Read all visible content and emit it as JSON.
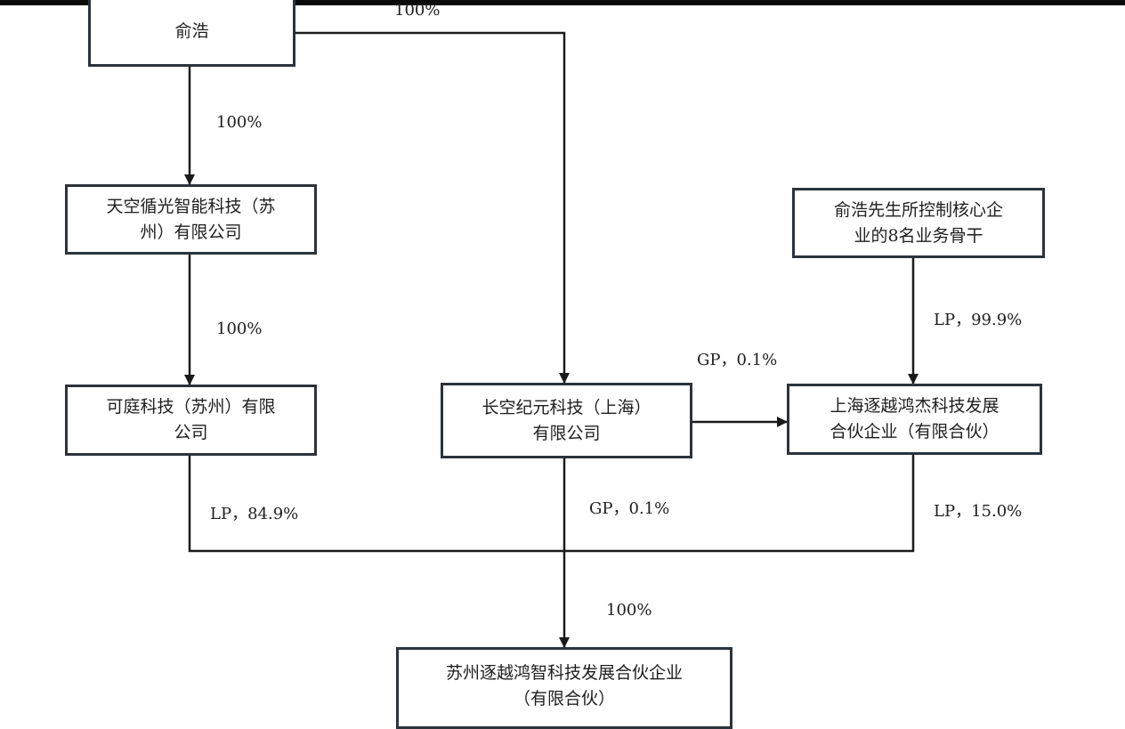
{
  "nodes": {
    "yu_hao": {
      "lines": [
        "俞浩"
      ]
    },
    "tiankong": {
      "lines": [
        "天空循光智能科技（苏",
        "州）有限公司"
      ]
    },
    "keting": {
      "lines": [
        "可庭科技（苏州）有限",
        "公司"
      ]
    },
    "changkong": {
      "lines": [
        "长空纪元科技（上海）",
        "有限公司"
      ]
    },
    "core_staff": {
      "lines": [
        "俞浩先生所控制核心企",
        "业的8名业务骨干"
      ]
    },
    "shanghai_zhuyue": {
      "lines": [
        "上海逐越鸿杰科技发展",
        "合伙企业（有限合伙）"
      ]
    },
    "suzhou_zhuyue": {
      "lines": [
        "苏州逐越鸿智科技发展合伙企业",
        "（有限合伙）"
      ]
    }
  },
  "edges": {
    "yu_to_changkong": "100%",
    "yu_to_tiankong": "100%",
    "tiankong_to_keting": "100%",
    "staff_to_shanghai": "LP，99.9%",
    "changkong_to_shanghai": "GP，0.1%",
    "keting_to_suzhou": "LP，84.9%",
    "changkong_to_suzhou": "GP，0.1%",
    "shanghai_to_suzhou": "LP，15.0%",
    "merged_to_suzhou": "100%"
  },
  "colors": {
    "box_border": "#2b333b",
    "line": "#1a1a1a",
    "text": "#1e1e1e"
  }
}
